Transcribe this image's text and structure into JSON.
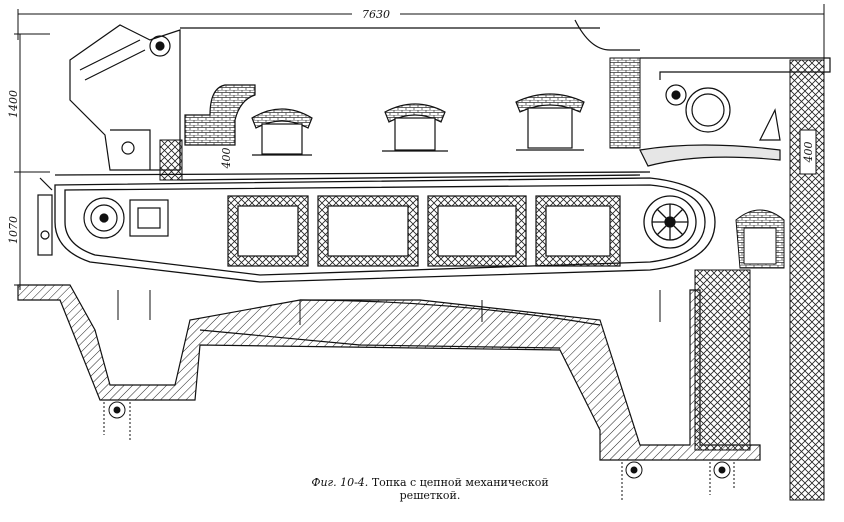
{
  "dimensions": {
    "overall_length": "7630",
    "height_upper": "1400",
    "height_lower": "1070",
    "gap": "400",
    "right_wall": "400"
  },
  "caption": {
    "label": "Фиг. 10-4.",
    "text": "Топка с цепной механической",
    "text_line2": "решеткой."
  }
}
